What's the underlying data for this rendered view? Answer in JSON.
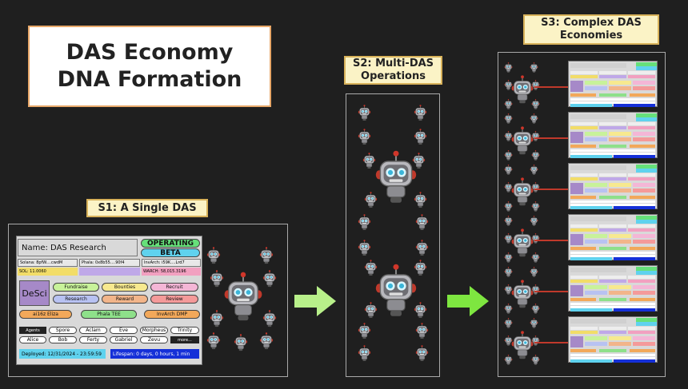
{
  "title": {
    "line1": "DAS Economy",
    "line2": "DNA Formation"
  },
  "stages": {
    "s1": "S1: A Single DAS",
    "s2_line1": "S2: Multi-DAS",
    "s2_line2": "Operations",
    "s3_line1": "S3: Complex DAS",
    "s3_line2": "Economies"
  },
  "das_card": {
    "name": "Name: DAS Research",
    "status_top": "OPERATING",
    "status_bottom": "BETA",
    "ids": {
      "solana": "Solana: 8pfW....cwdM",
      "phala": "Phala: 0x8b55....90f4",
      "invarch": "InvArch: i59K....Lrd7"
    },
    "balances": {
      "sol": "SOL: 11.0060",
      "blank": "",
      "warch": "WARCH: 58,015.3196"
    },
    "category": "DeSci",
    "tasks": [
      "Fundraise",
      "Bounties",
      "Recruit",
      "Research",
      "Reward",
      "Review"
    ],
    "frameworks": [
      "ai16z Eliza",
      "Phala TEE",
      "InvArch DMP"
    ],
    "agents_label": "Agents",
    "agents_row1": [
      "Spore",
      "Aclam",
      "Eve",
      "Morpheus",
      "Trinity"
    ],
    "agents_row2": [
      "Alice",
      "Bob",
      "Ferty",
      "Gabriel",
      "Zevu",
      "more..."
    ],
    "deployed": "Deployed: 12/31/2024 - 23:59:59",
    "lifespan": "Lifespan: 0 days, 0 hours, 1 min"
  },
  "colors": {
    "background": "#1f1f1f",
    "operating": "#66e07a",
    "beta": "#5fd2ee",
    "arrow": "#b8f08a",
    "arrow_bright": "#7ee640",
    "connector": "#c0392b"
  }
}
